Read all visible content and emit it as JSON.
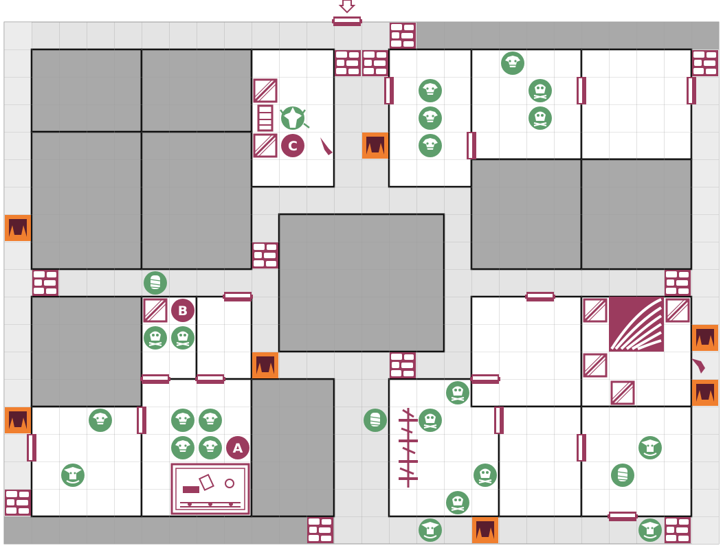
{
  "board": {
    "entry_arrow_icon": "entry-arrow-icon",
    "colors": {
      "corridor": "#e4e4e4",
      "room_floor": "#ffffff",
      "solid_rock": "#a9a9a9",
      "wall": "#000000",
      "door": "#9b3b5e",
      "monster": "#5e9e6c",
      "trap": "#f07f2f",
      "furniture": "#9b3b5e",
      "marker": "#9b3b5e",
      "marker_text": "#ffffff"
    }
  },
  "markers": [
    {
      "id": "A",
      "label": "A"
    },
    {
      "id": "B",
      "label": "B"
    },
    {
      "id": "C",
      "label": "C"
    }
  ],
  "legend_icons": {
    "door": "door-icon",
    "rubble": "rubble-icon",
    "monster_orc": "orc-icon",
    "monster_goblin": "goblin-icon",
    "monster_skeleton": "skeleton-icon",
    "monster_mummy": "mummy-icon",
    "trap": "pit-trap-icon",
    "stairs": "stairs-icon",
    "treasure_chest": "chest-icon",
    "alchemist_bench": "alchemist-bench-icon",
    "weapon_rack": "weapon-rack-icon",
    "throne": "throne-icon",
    "sorcerer": "sorcerer-icon"
  }
}
